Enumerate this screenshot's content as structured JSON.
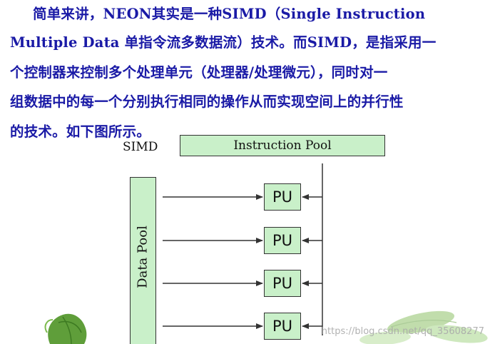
{
  "paragraph": {
    "lines": [
      "简单来讲，NEON其实是一种SIMD（Single Instruction",
      "Multiple Data 单指令流多数据流）技术。而SIMD，是指采用一",
      "个控制器来控制多个处理单元（处理器/处理微元），同时对一",
      "组数据中的每一个分别执行相同的操作从而实现空间上的并行性",
      "的技术。如下图所示。"
    ]
  },
  "diagram": {
    "simd_label": "SIMD",
    "instruction_pool": "Instruction Pool",
    "data_pool": "Data Pool",
    "pu_units": [
      "PU",
      "PU",
      "PU",
      "PU"
    ]
  },
  "watermark": "https://blog.csdn.net/qq_35608277",
  "colors": {
    "text_blue": "#1a1aa6",
    "box_fill": "#c9f0c9",
    "line": "#333333"
  }
}
